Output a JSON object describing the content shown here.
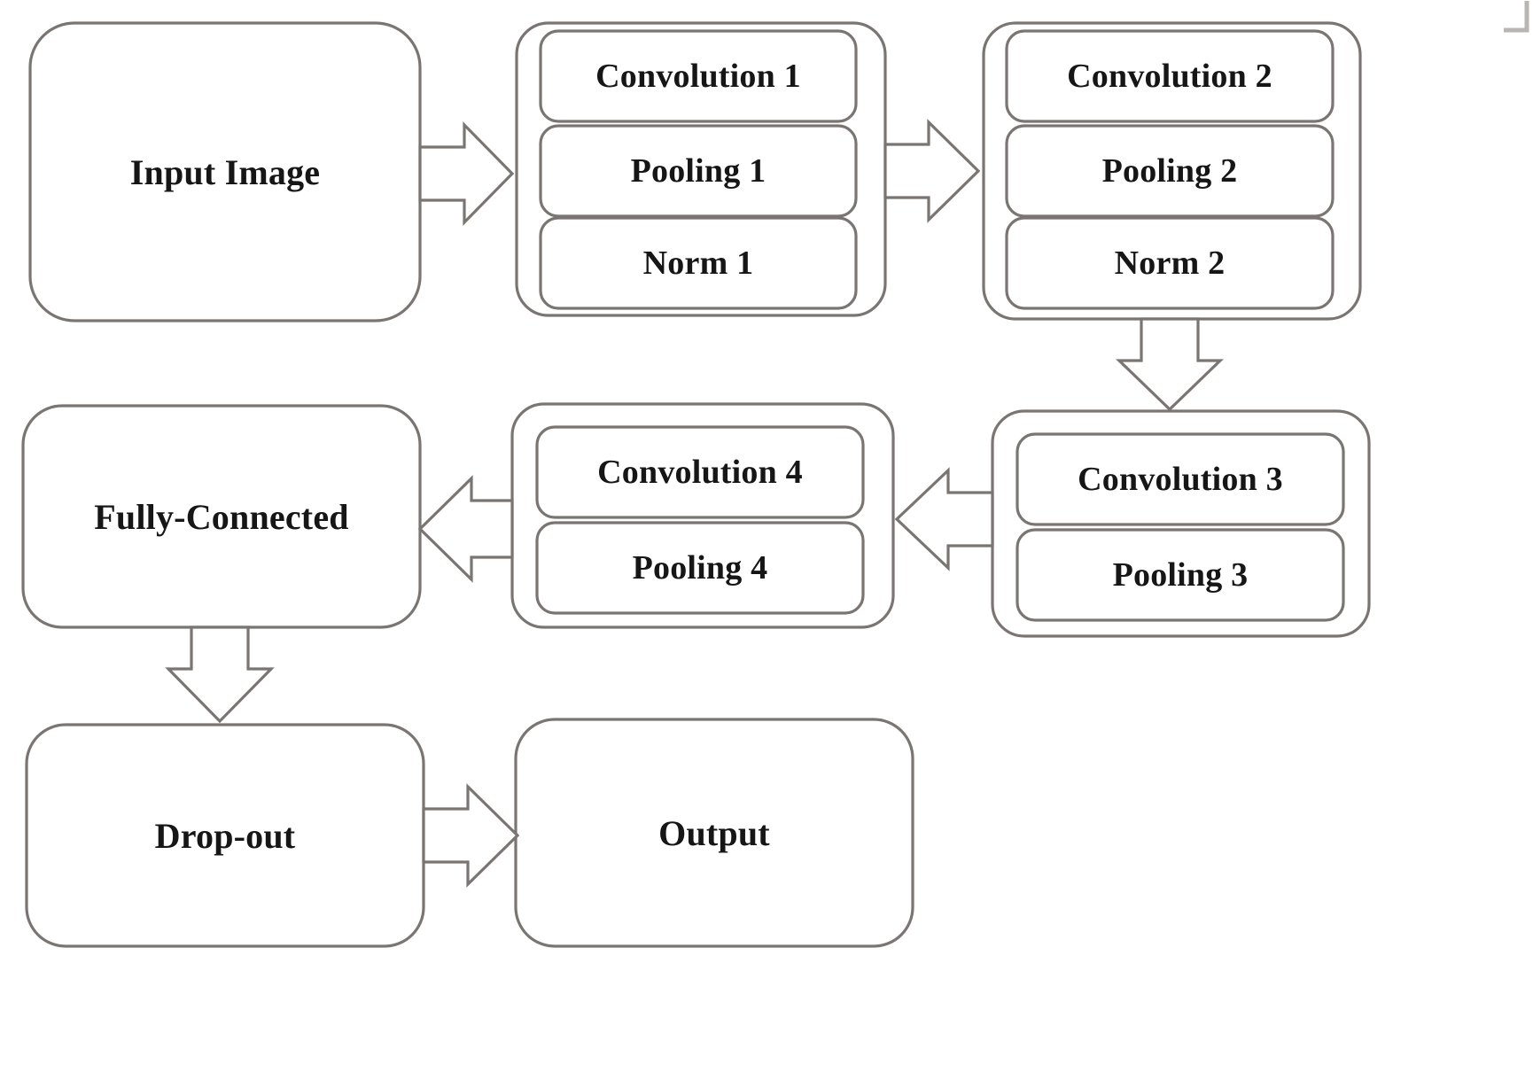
{
  "diagram": {
    "title": "CNN Architecture Block Diagram",
    "type": "flowchart",
    "stroke_color": "#7a7572",
    "text_color": "#161616",
    "background": "#ffffff",
    "nodes": [
      {
        "id": "input-image",
        "label": "Input Image",
        "kind": "single"
      },
      {
        "id": "stage-1",
        "label": "",
        "kind": "group",
        "children": [
          "Convolution 1",
          "Pooling 1",
          "Norm 1"
        ]
      },
      {
        "id": "stage-2",
        "label": "",
        "kind": "group",
        "children": [
          "Convolution 2",
          "Pooling 2",
          "Norm 2"
        ]
      },
      {
        "id": "stage-3",
        "label": "",
        "kind": "group",
        "children": [
          "Convolution 3",
          "Pooling 3"
        ]
      },
      {
        "id": "stage-4",
        "label": "",
        "kind": "group",
        "children": [
          "Convolution 4",
          "Pooling 4"
        ]
      },
      {
        "id": "fully-connected",
        "label": "Fully-Connected",
        "kind": "single"
      },
      {
        "id": "drop-out",
        "label": "Drop-out",
        "kind": "single"
      },
      {
        "id": "output",
        "label": "Output",
        "kind": "single"
      }
    ],
    "labels": {
      "input_image": "Input Image",
      "convolution_1": "Convolution 1",
      "pooling_1": "Pooling 1",
      "norm_1": "Norm 1",
      "convolution_2": "Convolution 2",
      "pooling_2": "Pooling 2",
      "norm_2": "Norm 2",
      "convolution_3": "Convolution 3",
      "pooling_3": "Pooling 3",
      "convolution_4": "Convolution 4",
      "pooling_4": "Pooling 4",
      "fully_connected": "Fully-Connected",
      "drop_out": "Drop-out",
      "output": "Output"
    },
    "edges": [
      {
        "id": "edge-input-to-stage1",
        "from": "input-image",
        "to": "stage-1",
        "direction": "right"
      },
      {
        "id": "edge-stage1-to-stage2",
        "from": "stage-1",
        "to": "stage-2",
        "direction": "right"
      },
      {
        "id": "edge-stage2-to-stage3",
        "from": "stage-2",
        "to": "stage-3",
        "direction": "down"
      },
      {
        "id": "edge-stage3-to-stage4",
        "from": "stage-3",
        "to": "stage-4",
        "direction": "left"
      },
      {
        "id": "edge-stage4-to-fc",
        "from": "stage-4",
        "to": "fully-connected",
        "direction": "left"
      },
      {
        "id": "edge-fc-to-dropout",
        "from": "fully-connected",
        "to": "drop-out",
        "direction": "down"
      },
      {
        "id": "edge-dropout-to-output",
        "from": "drop-out",
        "to": "output",
        "direction": "right"
      }
    ]
  }
}
